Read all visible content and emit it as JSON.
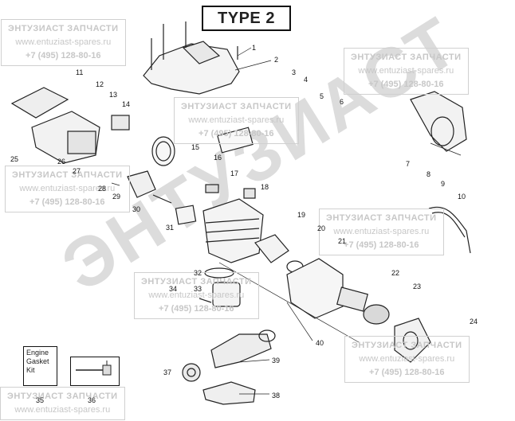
{
  "title": "TYPE 2",
  "watermark": {
    "company": "ЭНТУЗИАСТ ЗАПЧАСТИ",
    "company_short": "ЭНТУЗИАСТ ЗАПЧАСТИ",
    "url": "www.entuziast-spares.ru",
    "phone": "+7 (495) 128-80-16",
    "big_text": "ЭНТУЗИАСТ"
  },
  "callouts": [
    "1",
    "2",
    "3",
    "4",
    "5",
    "6",
    "7",
    "8",
    "9",
    "10",
    "11",
    "12",
    "13",
    "14",
    "15",
    "16",
    "17",
    "18",
    "19",
    "20",
    "21",
    "22",
    "23",
    "24",
    "25",
    "26",
    "27",
    "28",
    "29",
    "30",
    "31",
    "32",
    "33",
    "34",
    "35",
    "36",
    "37",
    "38",
    "39",
    "40"
  ],
  "kit_box": {
    "label_lines": [
      "Engine",
      "Gasket",
      "Kit"
    ]
  }
}
